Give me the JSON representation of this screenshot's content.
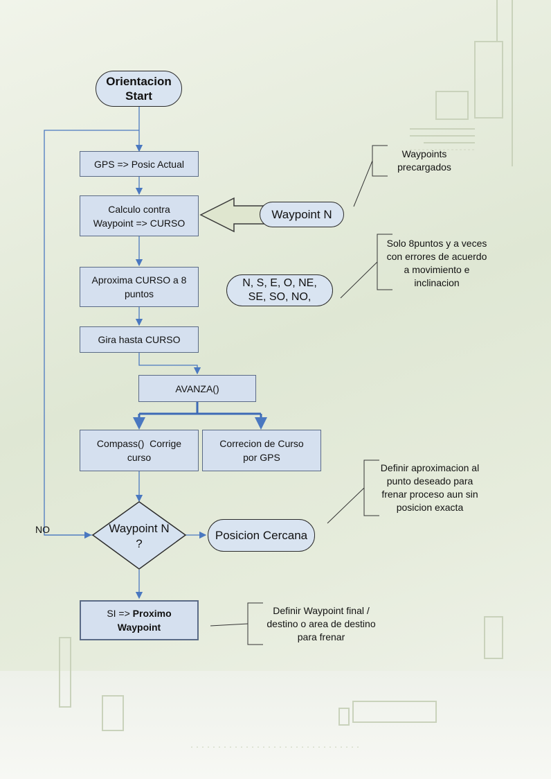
{
  "nodes": {
    "start_line1": "Orientacion",
    "start_line2": "Start",
    "gps": "GPS => Posic Actual",
    "calc_line1": "Calculo contra",
    "calc_line2": "Waypoint => CURSO",
    "aprox_line1": "Aproxima CURSO a 8",
    "aprox_line2": "puntos",
    "gira": "Gira hasta CURSO",
    "avanza": "AVANZA()",
    "compass_line1": "Compass()  Corrige",
    "compass_line2": "curso",
    "correcion_line1": "Correcion de Curso",
    "correcion_line2": "por GPS",
    "decision_line1": "Waypoint N",
    "decision_line2": "?",
    "si_prefix": "SI => ",
    "si_bold1": "Proximo",
    "si_bold2": "Waypoint",
    "waypoint_n": "Waypoint N",
    "dirs_line1": "N, S, E, O, NE,",
    "dirs_line2": "SE, SO, NO,",
    "posicion": "Posicion Cercana"
  },
  "labels": {
    "no": "NO"
  },
  "notes": {
    "waypoints_line1": "Waypoints",
    "waypoints_line2": "precargados",
    "solo_line1": "Solo 8puntos y a veces",
    "solo_line2": "con errores de acuerdo",
    "solo_line3": "a movimiento e",
    "solo_line4": "inclinacion",
    "definir_line1": "Definir aproximacion al",
    "definir_line2": "punto deseado para",
    "definir_line3": "frenar proceso aun sin",
    "definir_line4": "posicion exacta",
    "final_line1": "Definir Waypoint final /",
    "final_line2": "destino o area de destino",
    "final_line3": "para frenar"
  },
  "colors": {
    "box_fill": "#d5e0ef",
    "connector": "#4a78c0",
    "arrow_fill": "#dfe6cf"
  }
}
